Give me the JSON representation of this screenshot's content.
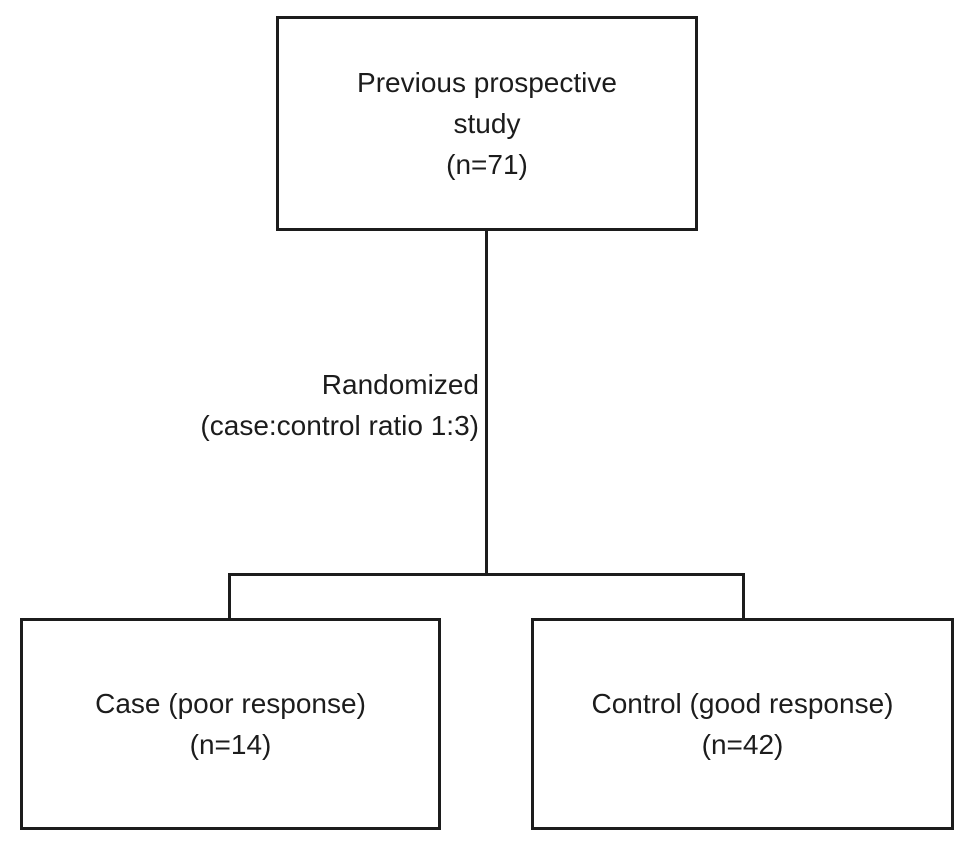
{
  "diagram": {
    "type": "flowchart",
    "background_color": "#ffffff",
    "line_color": "#1c1c1c",
    "text_color": "#1c1c1c",
    "nodes": {
      "top": {
        "id": "previous-study",
        "lines": [
          "Previous prospective",
          "study",
          "(n=71)"
        ]
      },
      "left": {
        "id": "case",
        "lines": [
          "Case (poor response)",
          "(n=14)"
        ]
      },
      "right": {
        "id": "control",
        "lines": [
          "Control (good response)",
          "(n=42)"
        ]
      }
    },
    "edge_label": {
      "lines": [
        "Randomized",
        "(case:control ratio 1:3)"
      ]
    }
  }
}
